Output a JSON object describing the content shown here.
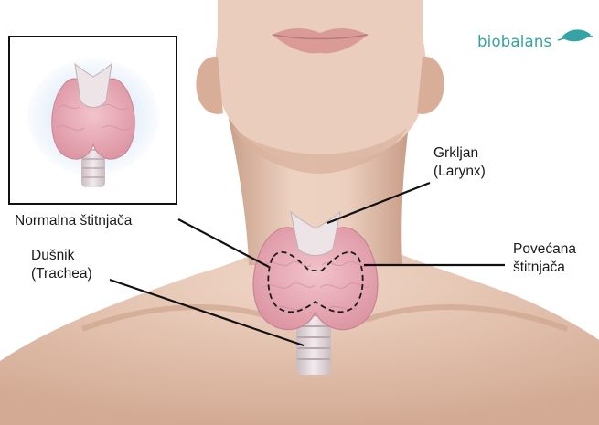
{
  "brand": {
    "name": "biobalans"
  },
  "inset": {
    "caption": "Normalna štitnjača"
  },
  "labels": {
    "larynx_line1": "Grkljan",
    "larynx_line2": "(Larynx)",
    "trachea_line1": "Dušnik",
    "trachea_line2": "(Trachea)",
    "goiter_line1": "Povećana",
    "goiter_line2": "štitnjača"
  },
  "colors": {
    "skin": "#e8c6b2",
    "thyroid": "#e9a9b4",
    "cartilage": "#ece4e6",
    "brand": "#35a3a3",
    "leader_line": "#111111"
  }
}
